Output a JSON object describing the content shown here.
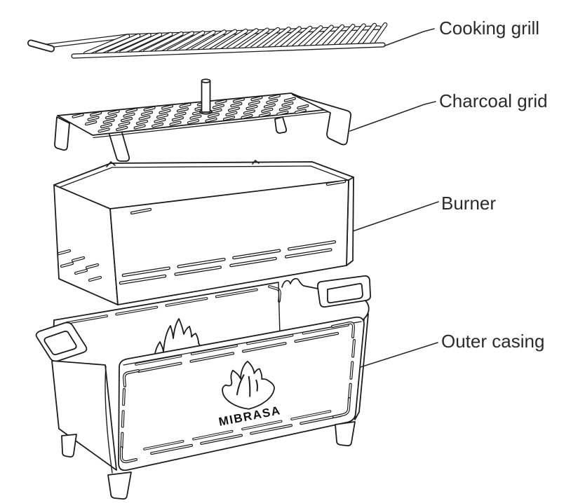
{
  "colors": {
    "line": "#1d1d1d",
    "label": "#2b2b2b",
    "background": "#ffffff"
  },
  "diagram": {
    "kind": "exploded-assembly-line-drawing",
    "brand": "MIBRASA",
    "labels": [
      {
        "id": "cooking-grill",
        "text": "Cooking grill"
      },
      {
        "id": "charcoal-grid",
        "text": "Charcoal grid"
      },
      {
        "id": "burner",
        "text": "Burner"
      },
      {
        "id": "outer-casing",
        "text": "Outer casing"
      }
    ]
  }
}
